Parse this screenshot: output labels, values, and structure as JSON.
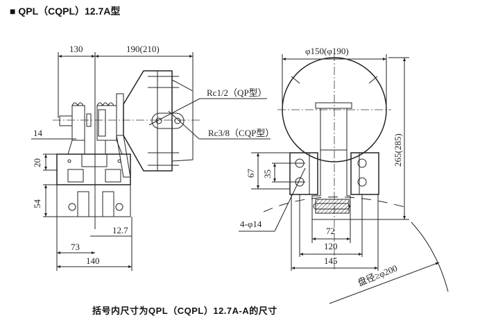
{
  "title": "■ QPL（CQPL）12.7A型",
  "footer": "括号内尺寸为QPL（CQPL）12.7A-A的尺寸",
  "side_view": {
    "dims": {
      "d130": "130",
      "d190": "190(210)",
      "d14": "14",
      "d20": "20",
      "d54": "54",
      "d12_7": "12.7",
      "d73": "73",
      "d140": "140"
    },
    "callouts": {
      "port_qp": "Rc1/2（QP型）",
      "port_cqp": "Rc3/8（CQP型）"
    }
  },
  "front_view": {
    "dims": {
      "d150": "φ150(φ190)",
      "d265": "265(285)",
      "d67": "67",
      "d35": "35",
      "holes": "4-φ14",
      "d72": "72",
      "d120": "120",
      "d145": "145",
      "disc": "盘径≥φ200"
    }
  }
}
